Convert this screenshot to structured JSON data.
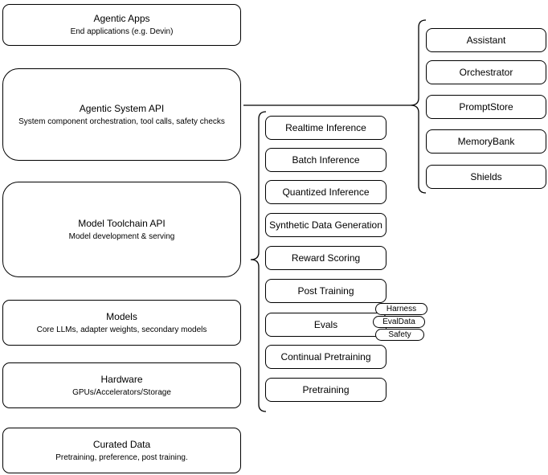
{
  "diagram": {
    "colors": {
      "stroke": "#000000",
      "fill": "#ffffff",
      "text": "#000000",
      "background": "#ffffff"
    },
    "left_column": [
      {
        "title": "Agentic Apps",
        "subtitle": "End applications (e.g. Devin)"
      },
      {
        "title": "Agentic System API",
        "subtitle": "System component orchestration, tool calls, safety checks"
      },
      {
        "title": "Model Toolchain API",
        "subtitle": "Model development & serving"
      },
      {
        "title": "Models",
        "subtitle": "Core LLMs, adapter weights, secondary models"
      },
      {
        "title": "Hardware",
        "subtitle": "GPUs/Accelerators/Storage"
      },
      {
        "title": "Curated Data",
        "subtitle": "Pretraining, preference, post training."
      }
    ],
    "toolchain_components": [
      {
        "label": "Realtime Inference"
      },
      {
        "label": "Batch Inference"
      },
      {
        "label": "Quantized Inference"
      },
      {
        "label": "Synthetic Data Generation"
      },
      {
        "label": "Reward Scoring"
      },
      {
        "label": "Post Training"
      },
      {
        "label": "Evals"
      },
      {
        "label": "Continual Pretraining"
      },
      {
        "label": "Pretraining"
      }
    ],
    "eval_pills": [
      {
        "label": "Harness"
      },
      {
        "label": "EvalData"
      },
      {
        "label": "Safety"
      }
    ],
    "system_components": [
      {
        "label": "Assistant"
      },
      {
        "label": "Orchestrator"
      },
      {
        "label": "PromptStore"
      },
      {
        "label": "MemoryBank"
      },
      {
        "label": "Shields"
      }
    ]
  }
}
